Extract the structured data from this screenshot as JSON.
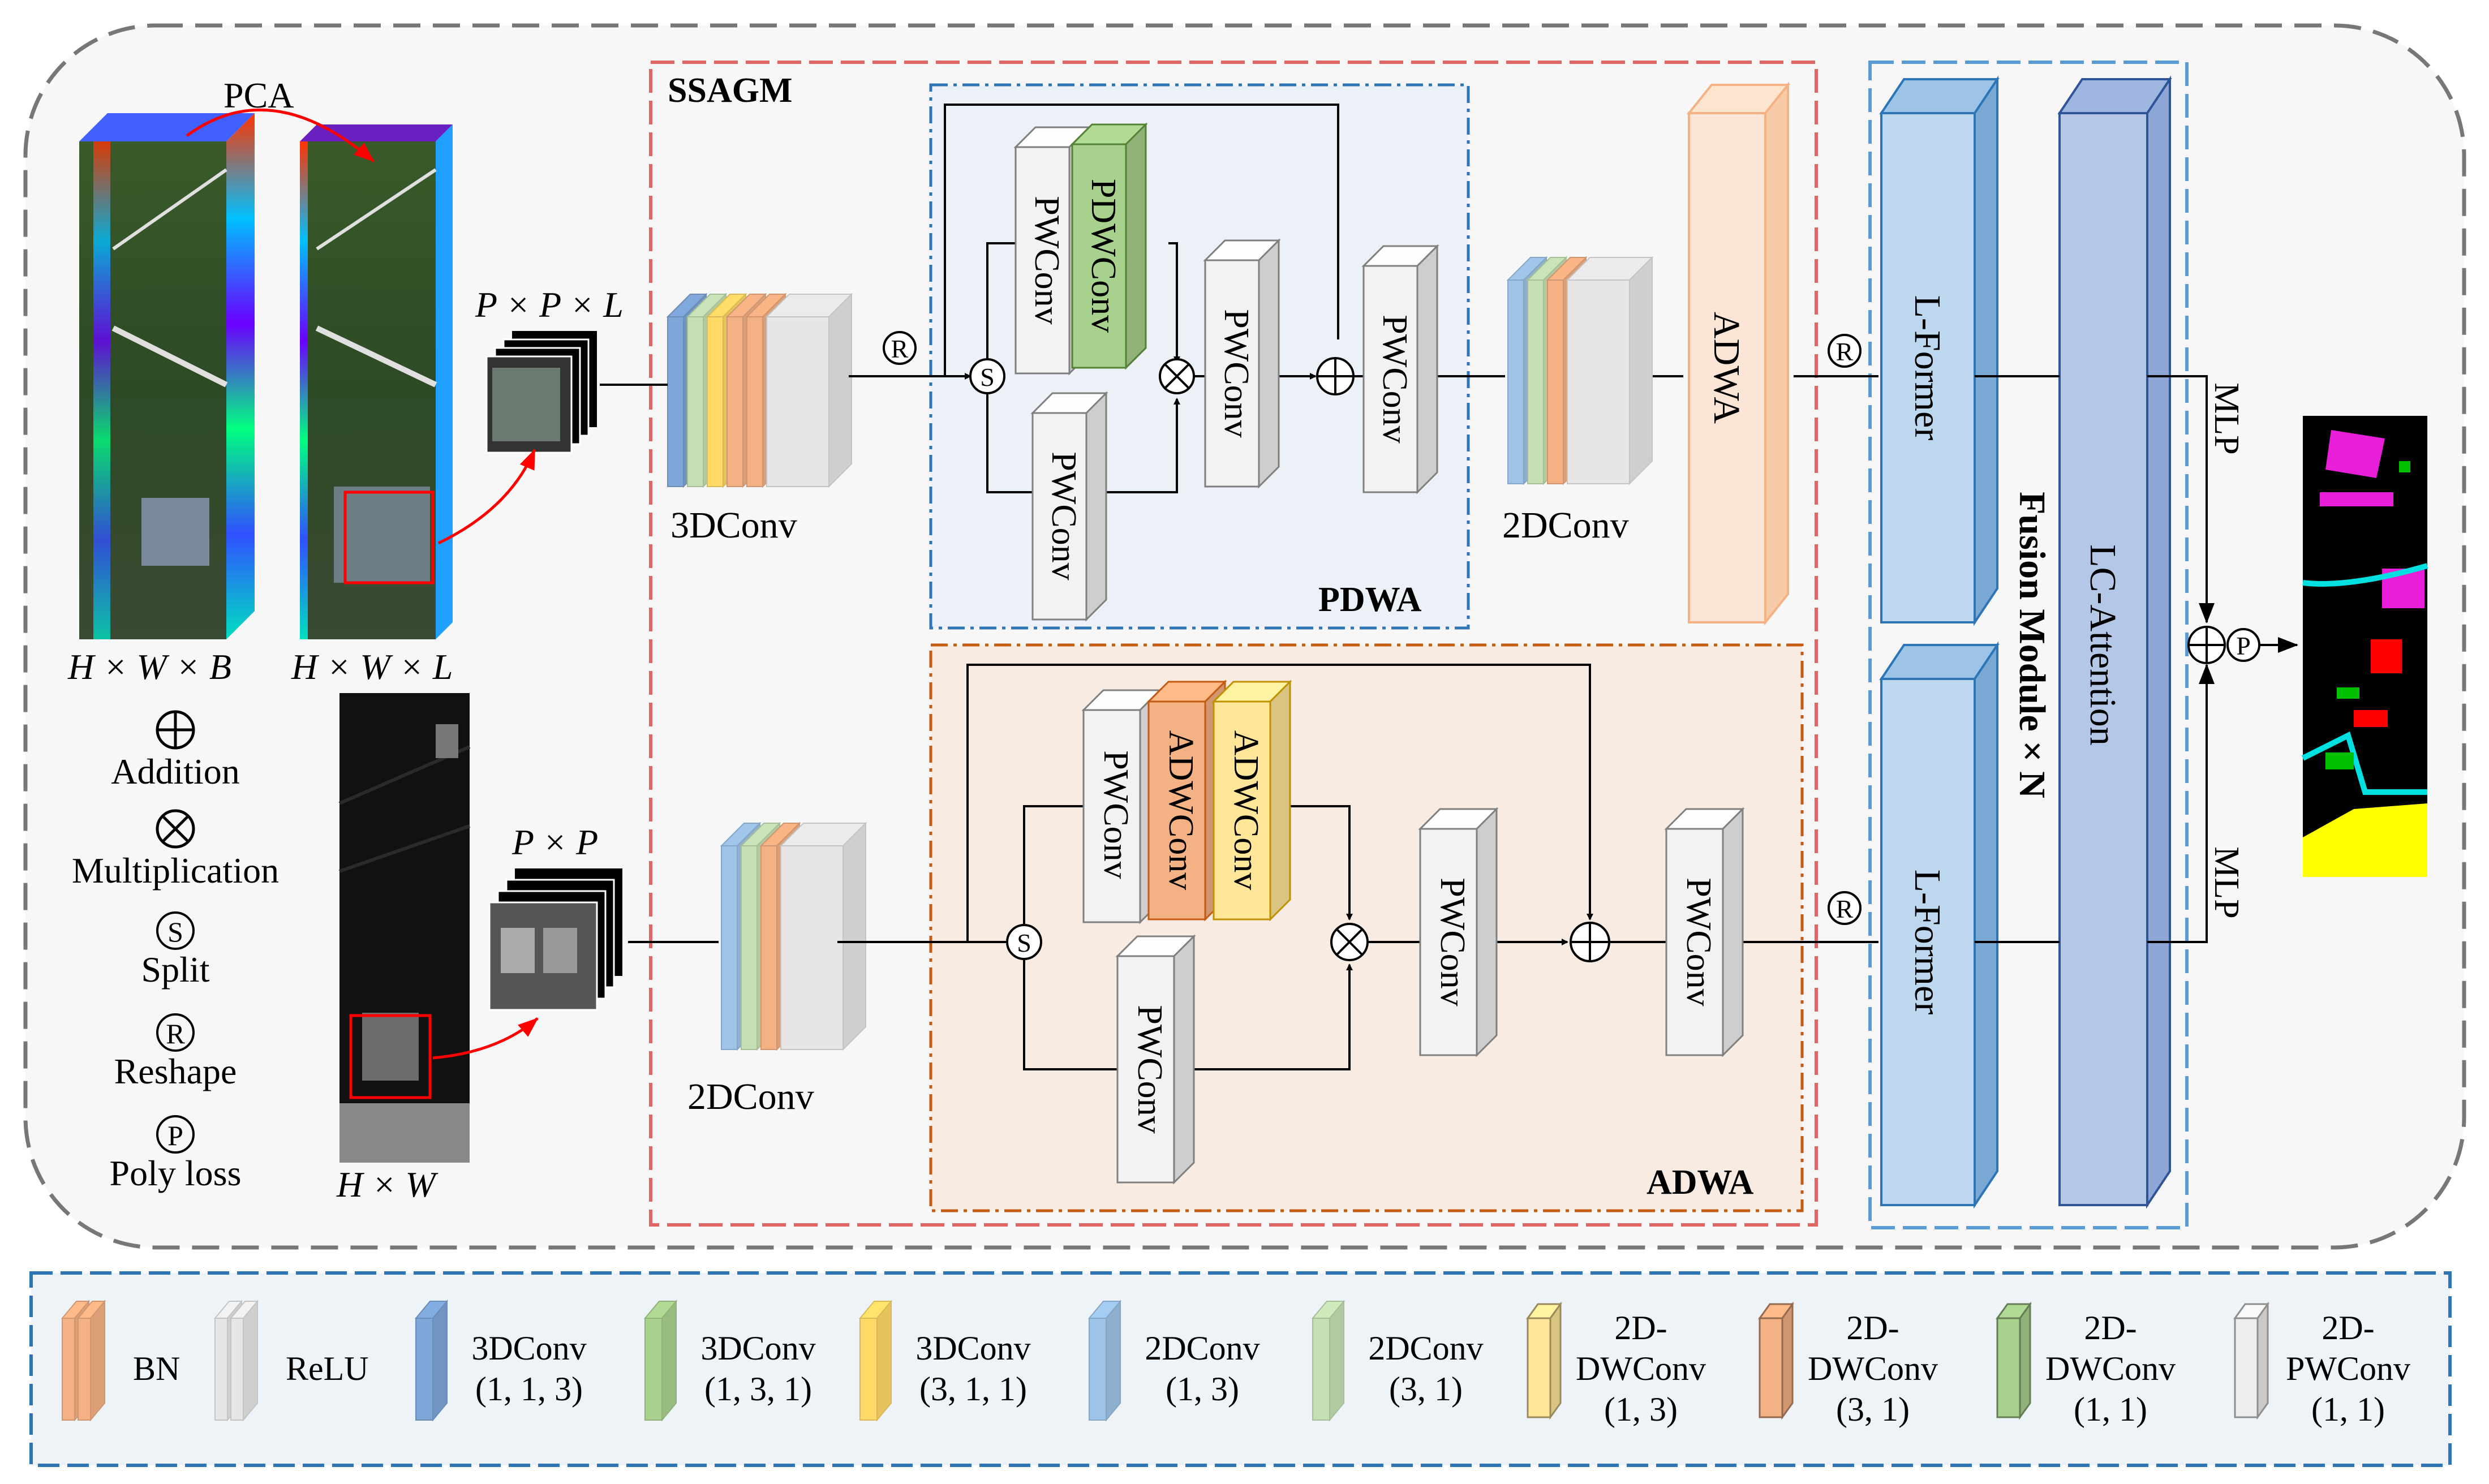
{
  "colors": {
    "bn": "#f4b183",
    "relu": "#e6e6e6",
    "conv3d_113": "#7ea6d8",
    "conv3d_131": "#a9d18e",
    "conv3d_311": "#ffd966",
    "conv2d_13": "#9dc3e6",
    "conv2d_31": "#c5e0b4",
    "dw_13": "#ffe699",
    "dw_31": "#f4b183",
    "dw_11": "#a9d18e",
    "pw_11": "#ededed",
    "lformer": "#bdd7ee",
    "lc_attention": "#b4c7e7",
    "adwa_box": "#fbe5d6",
    "ssagm_border": "#e06666",
    "pdwa_border": "#2e75b6",
    "adwa_border": "#c55a11",
    "fusion_border": "#5b9bd5",
    "arrow_red": "#ff0000"
  },
  "inputs": {
    "pca_label": "PCA",
    "hsi_label": "H × W × B",
    "pca_cube_label": "H × W × L",
    "patch_hsi_label": "P × P × L",
    "lidar_label": "H × W",
    "patch_lidar_label": "P × P"
  },
  "symbols": {
    "addition": "Addition",
    "multiplication": "Multiplication",
    "split": "Split",
    "reshape": "Reshape",
    "poly": "Poly loss",
    "r": "R",
    "s": "S",
    "p": "P"
  },
  "ssagm": {
    "title": "SSAGM",
    "conv3d_label": "3DConv",
    "conv2d_label_top": "2DConv",
    "conv2d_label_bottom": "2DConv",
    "adwa_block": "ADWA"
  },
  "pdwa": {
    "title": "PDWA",
    "pwconv": "PWConv",
    "pdwconv": "PDWConv"
  },
  "adwa": {
    "title": "ADWA",
    "pwconv": "PWConv",
    "adwconv": "ADWConv"
  },
  "fusion": {
    "lformer": "L-Former",
    "lc_attention": "LC-Attention",
    "module_label": "Fusion Module × N",
    "mlp": "MLP"
  },
  "legend": {
    "items": [
      {
        "label": "BN",
        "color": "#f4b183"
      },
      {
        "label": "ReLU",
        "color": "#e6e6e6"
      },
      {
        "label": "3DConv\n(1, 1, 3)",
        "color": "#7ea6d8"
      },
      {
        "label": "3DConv\n(1, 3, 1)",
        "color": "#a9d18e"
      },
      {
        "label": "3DConv\n(3, 1, 1)",
        "color": "#ffd966"
      },
      {
        "label": "2DConv\n(1, 3)",
        "color": "#9dc3e6"
      },
      {
        "label": "2DConv\n(3, 1)",
        "color": "#c5e0b4"
      },
      {
        "label": "2D-\nDWConv\n(1, 3)",
        "color": "#ffe699"
      },
      {
        "label": "2D-\nDWConv\n(3, 1)",
        "color": "#f4b183"
      },
      {
        "label": "2D-\nDWConv\n(1, 1)",
        "color": "#a9d18e"
      },
      {
        "label": "2D-\nPWConv\n(1, 1)",
        "color": "#ededed"
      }
    ]
  }
}
